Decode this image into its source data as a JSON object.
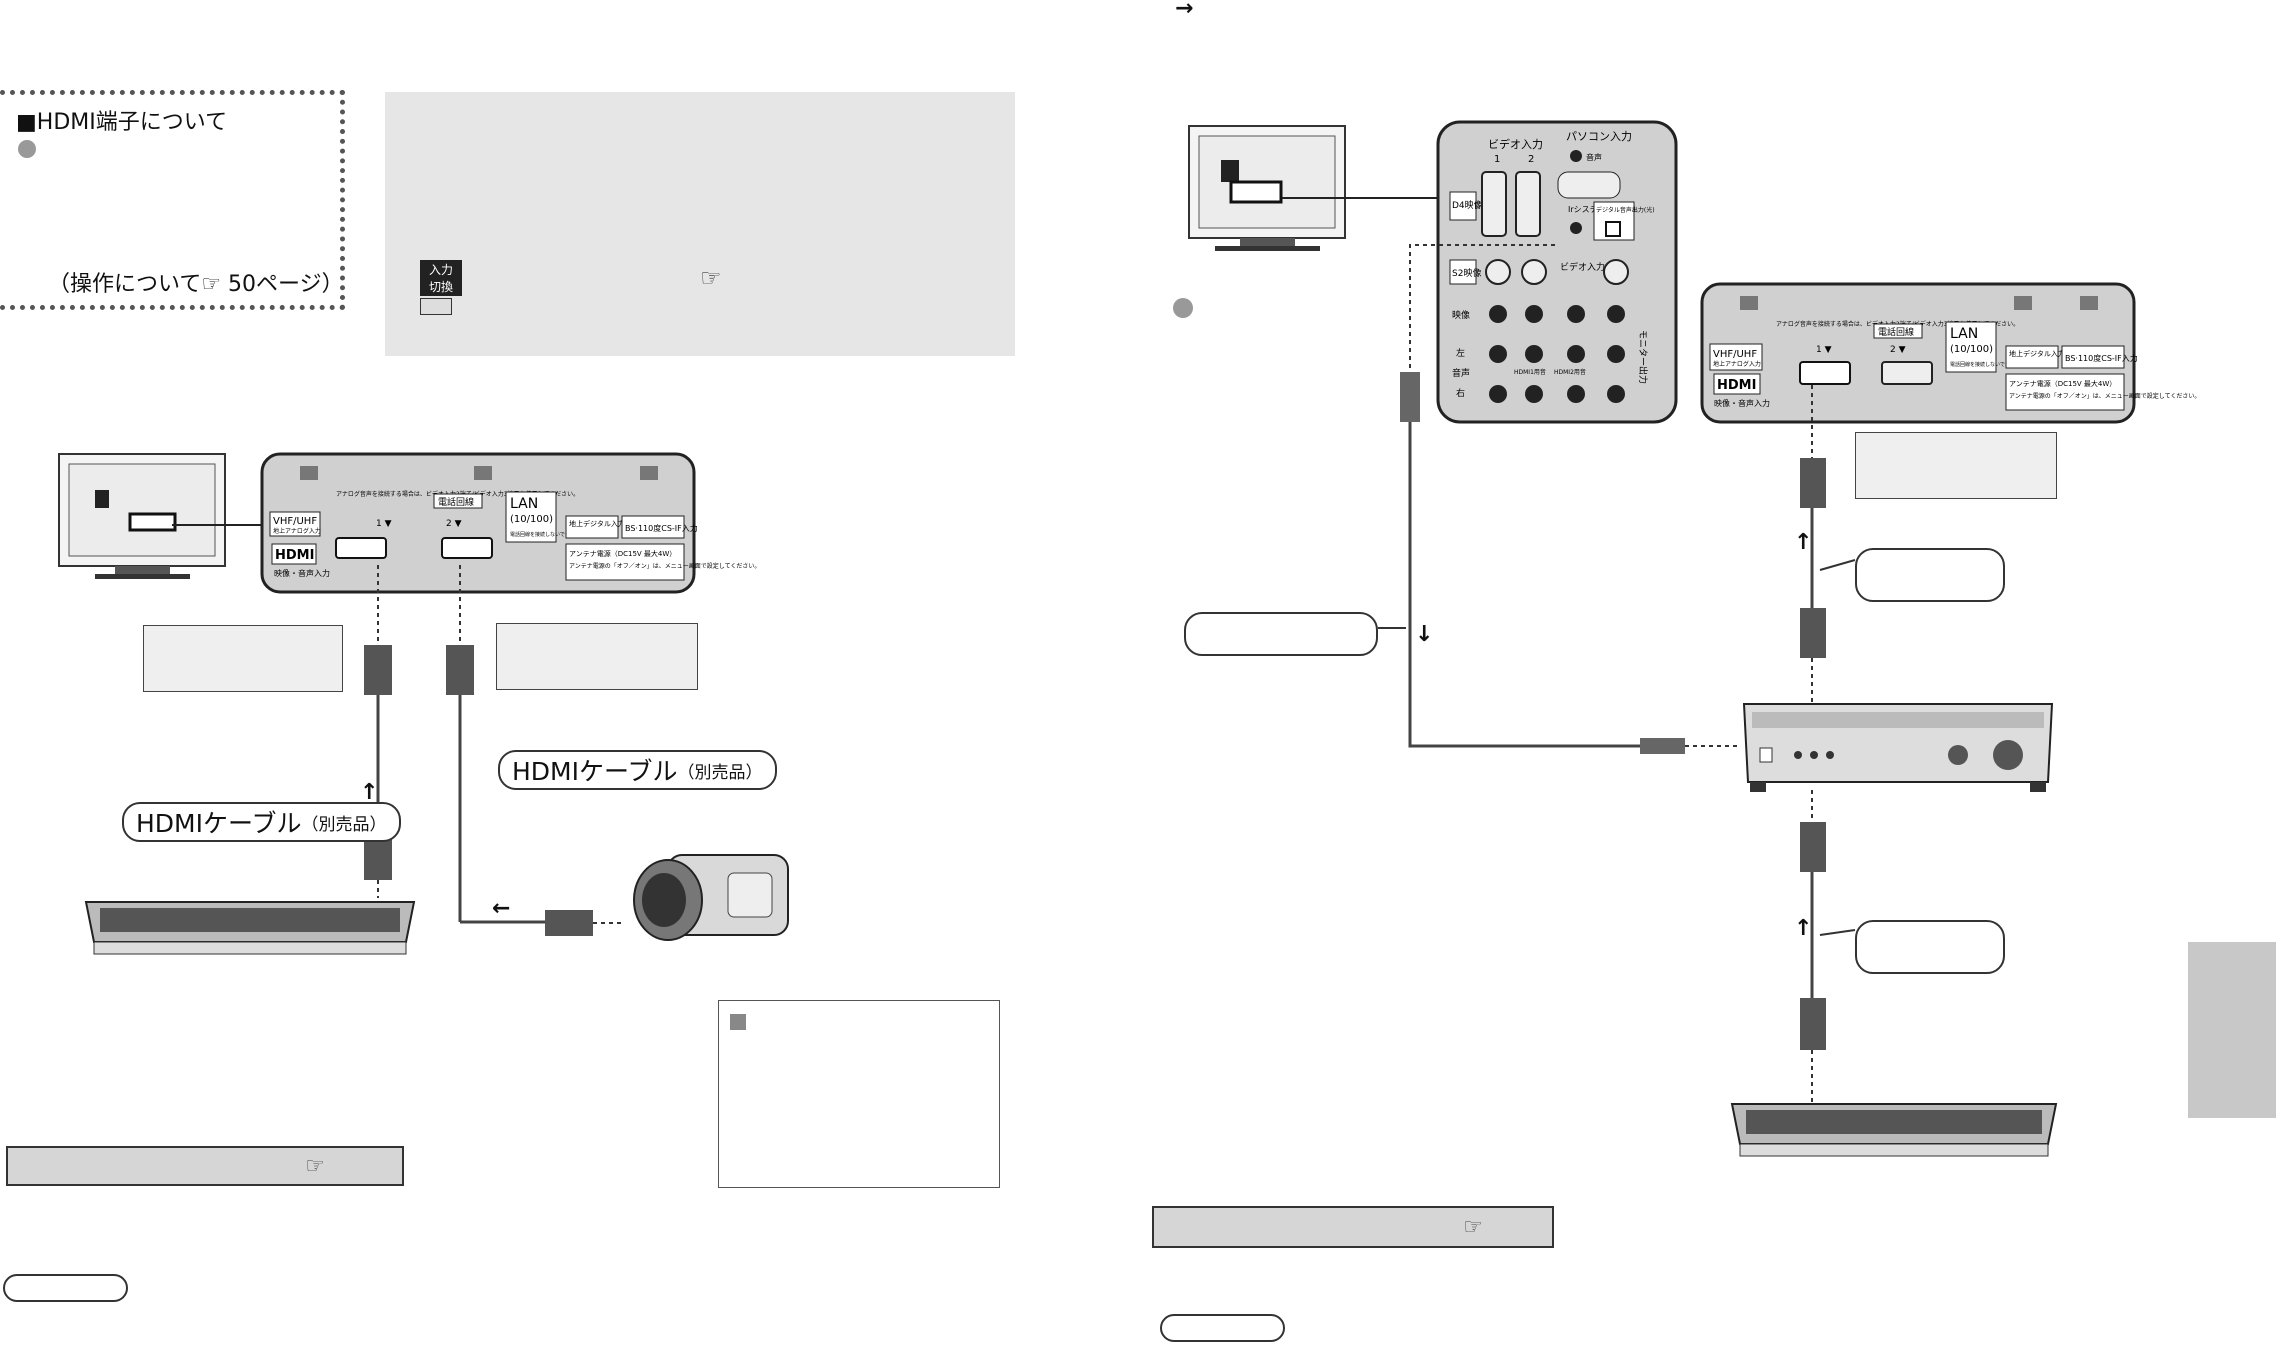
{
  "left_page": {
    "hdmi_section": {
      "title": "■HDMI端子について",
      "operation_ref": "（操作について☞ 50ページ）"
    },
    "input_key": "入力切換",
    "ref_icon": "☞",
    "cable_label_right": {
      "main": "HDMIケーブル",
      "sub": "（別売品）"
    },
    "cable_label_left": {
      "main": "HDMIケーブル",
      "sub": "（別売品）"
    },
    "arrow_up": "↑",
    "arrow_left": "←"
  },
  "right_page": {
    "top_arrow": "→",
    "ref_icon": "☞",
    "arrow_down": "↓",
    "arrow_up_1": "↑",
    "arrow_up_2": "↑"
  },
  "tv_panel_labels": {
    "video_input": "ビデオ入力",
    "video_1": "1",
    "video_2": "2",
    "pc_input": "パソコン入力",
    "audio": "音声",
    "d4": "D4映像",
    "ir_system": "Irシステム",
    "digital_audio_out": "デジタル音声出力(光)",
    "s2_video": "S2映像",
    "video_input_3": "ビデオ入力3",
    "video_label": "映像",
    "left": "左",
    "audio_label": "音声",
    "right": "右",
    "monitor_out": "モニター出力",
    "hdmi1_audio": "HDMI1用音",
    "hdmi2_audio": "HDMI2用音"
  },
  "hdmi_panel_labels": {
    "analog_note": "アナログ音声を接続する場合は、ビデオ入力2端子/ビデオ入力3端子を使用してください。",
    "phone_line": "電話回線",
    "lan": "LAN",
    "lan_speed": "(10/100)",
    "phone_note": "電話回線を接続しないでください。",
    "vhf_uhf": "VHF/UHF",
    "terrestrial_analog": "地上アナログ入力",
    "terrestrial_digital": "地上デジタル入力",
    "bs_cs": "BS·110度CS-IF入力",
    "hdmi_logo": "HDMI",
    "video_audio_in": "映像・音声入力",
    "port1": "1 ▼",
    "port2": "2 ▼",
    "antenna_power": "アンテナ電源（DC15V 最大4W）",
    "antenna_note": "アンテナ電源の「オフ／オン」は、メニュー画面で設定してください。"
  },
  "colors": {
    "panel_gray": "#e6e6e6",
    "label_gray": "#efefef",
    "bar_gray": "#d6d6d6",
    "tab_gray": "#c8c8c8"
  }
}
